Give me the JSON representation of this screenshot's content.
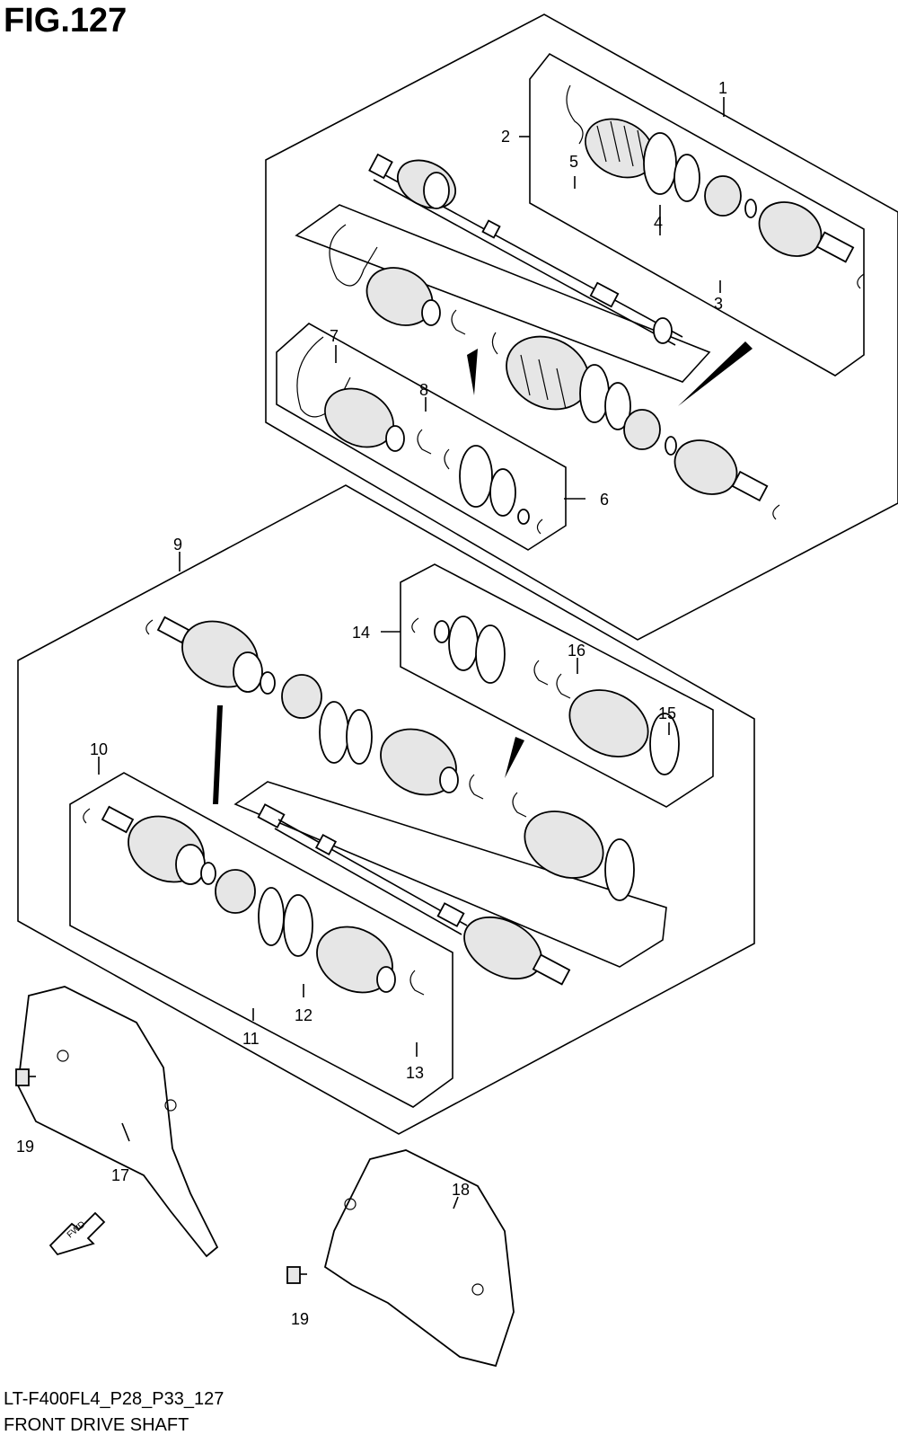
{
  "figure": {
    "title": "FIG.127",
    "code": "LT-F400FL4_P28_P33_127",
    "name": "FRONT DRIVE SHAFT",
    "fwd_label": "FWD"
  },
  "callouts": {
    "c1": "1",
    "c2": "2",
    "c3": "3",
    "c4": "4",
    "c5": "5",
    "c6": "6",
    "c7": "7",
    "c8": "8",
    "c9": "9",
    "c10": "10",
    "c11": "11",
    "c12": "12",
    "c13": "13",
    "c14": "14",
    "c15": "15",
    "c16": "16",
    "c17": "17",
    "c18": "18",
    "c19a": "19",
    "c19b": "19"
  }
}
